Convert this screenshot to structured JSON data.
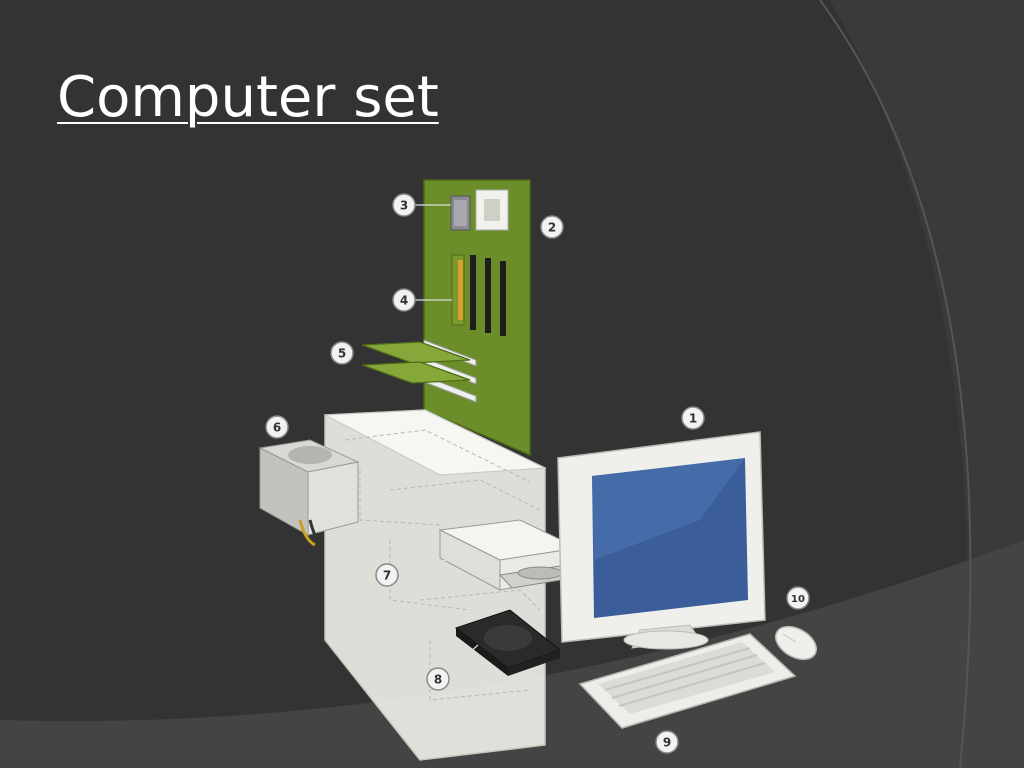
{
  "slide": {
    "title": "Computer set"
  },
  "labels": [
    {
      "id": "1",
      "text": "1"
    },
    {
      "id": "2",
      "text": "2"
    },
    {
      "id": "3",
      "text": "3"
    },
    {
      "id": "4",
      "text": "4"
    },
    {
      "id": "5",
      "text": "5"
    },
    {
      "id": "6",
      "text": "6"
    },
    {
      "id": "7",
      "text": "7"
    },
    {
      "id": "8",
      "text": "8"
    },
    {
      "id": "9",
      "text": "9"
    },
    {
      "id": "10",
      "text": "10"
    }
  ],
  "colors": {
    "background": "#3a3a3a",
    "background_swoosh": "#2e2e2e",
    "title": "#ffffff",
    "motherboard": "#6b8e2a",
    "case": "#eeeeea",
    "screen": "#3b5e9a"
  }
}
